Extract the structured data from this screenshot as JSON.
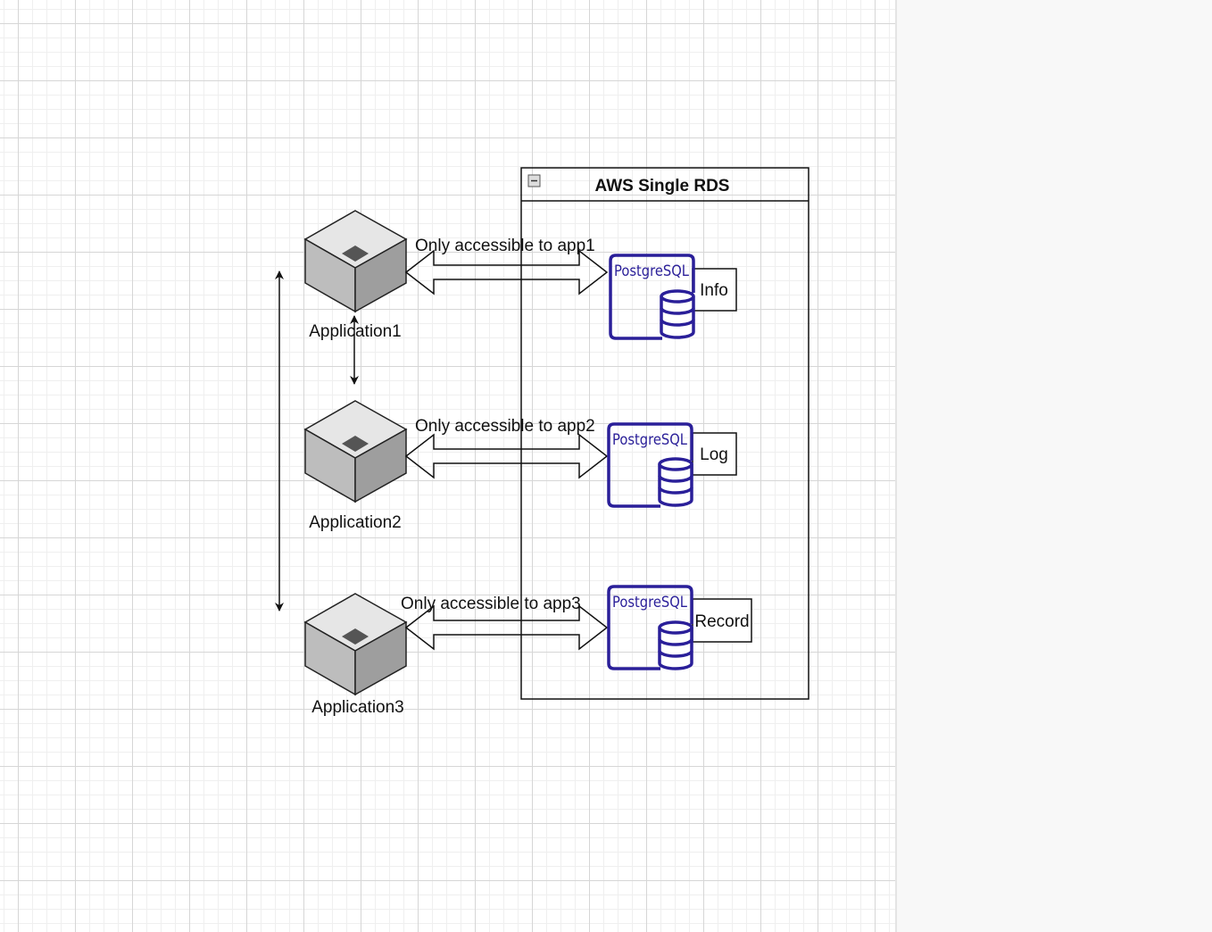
{
  "container": {
    "title": "AWS Single RDS"
  },
  "applications": [
    {
      "label": "Application1"
    },
    {
      "label": "Application2"
    },
    {
      "label": "Application3"
    }
  ],
  "connections": [
    {
      "label": "Only accessible to app1"
    },
    {
      "label": "Only accessible to app2"
    },
    {
      "label": "Only accessible to app3"
    }
  ],
  "databases": [
    {
      "engine": "PostgreSQL",
      "name": "Info"
    },
    {
      "engine": "PostgreSQL",
      "name": "Log"
    },
    {
      "engine": "PostgreSQL",
      "name": "Record"
    }
  ],
  "icons": {
    "application": "server-cube-icon",
    "database": "postgresql-icon",
    "collapse": "collapse-minus-icon"
  },
  "colors": {
    "postgres": "#2a1f99",
    "stroke": "#111111",
    "grid": "#d6d6d6"
  }
}
